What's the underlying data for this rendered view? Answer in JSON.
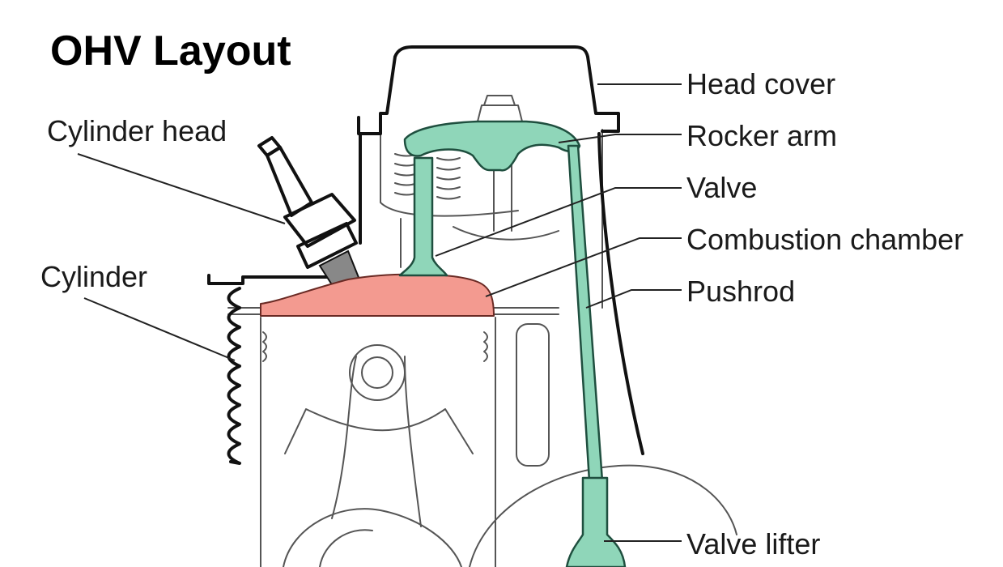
{
  "title": "OHV Layout",
  "labels": {
    "cylinder_head": "Cylinder head",
    "cylinder": "Cylinder",
    "head_cover": "Head cover",
    "rocker_arm": "Rocker arm",
    "valve": "Valve",
    "combustion_chamber": "Combustion chamber",
    "pushrod": "Pushrod",
    "valve_lifter": "Valve lifter"
  },
  "colors": {
    "valvetrain": "#8fd6b9",
    "combustion_chamber": "#f39a90",
    "outline": "#111111"
  }
}
